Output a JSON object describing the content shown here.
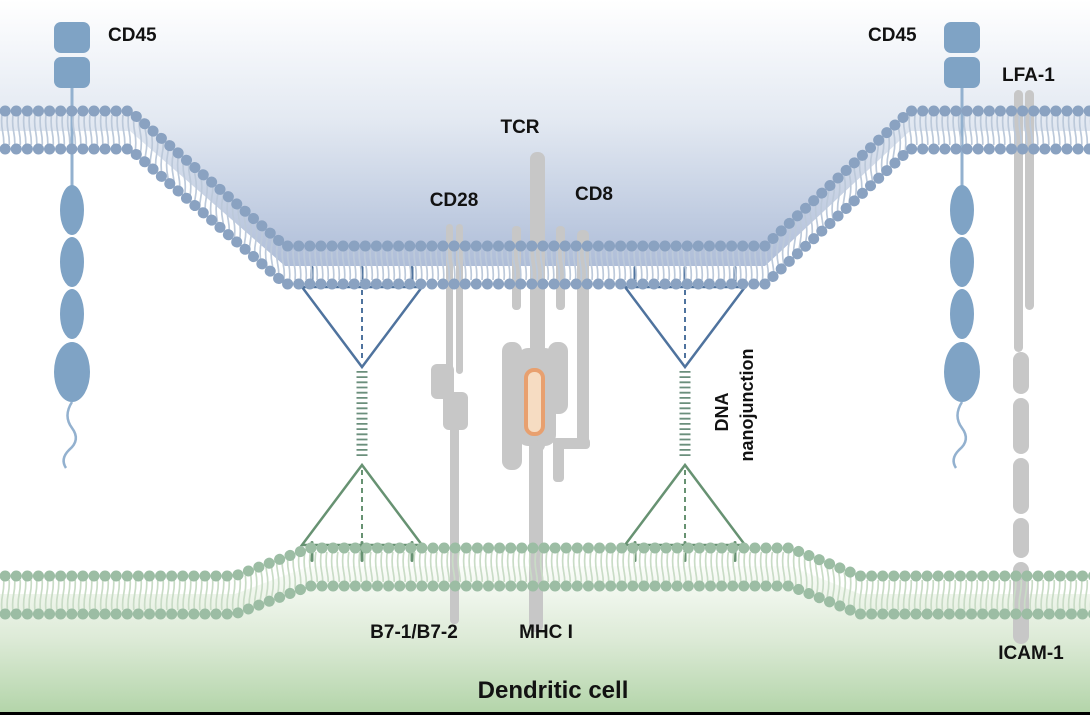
{
  "figure": {
    "cell_label": "Dendritic cell",
    "molecules": {
      "cd45_left": "CD45",
      "cd45_right": "CD45",
      "lfa1": "LFA-1",
      "tcr": "TCR",
      "cd28": "CD28",
      "cd8": "CD8",
      "b7": "B7-1/B7-2",
      "mhc1": "MHC I",
      "icam1": "ICAM-1"
    },
    "dna_nanojunction": {
      "line1": "DNA",
      "line2": "nanojunction"
    },
    "colors": {
      "t_cell_deep": "#aebdd8",
      "dendritic_deep": "#b2d4a8",
      "membrane_top_bead": "#8aa2c1",
      "membrane_top_tail": "#bcc9da",
      "membrane_bottom_bead": "#9cbda4",
      "membrane_bottom_tail": "#c9dcc6",
      "cd45": "#7fa3c5",
      "protein_gray": "#c7c7c7",
      "peptide_orange": "#e8a06f",
      "peptide_core": "#f6dcc2",
      "nanojunction_blue": "#4f739e",
      "nanojunction_green": "#679272",
      "dna_ladder": "#6b8f7c"
    }
  }
}
